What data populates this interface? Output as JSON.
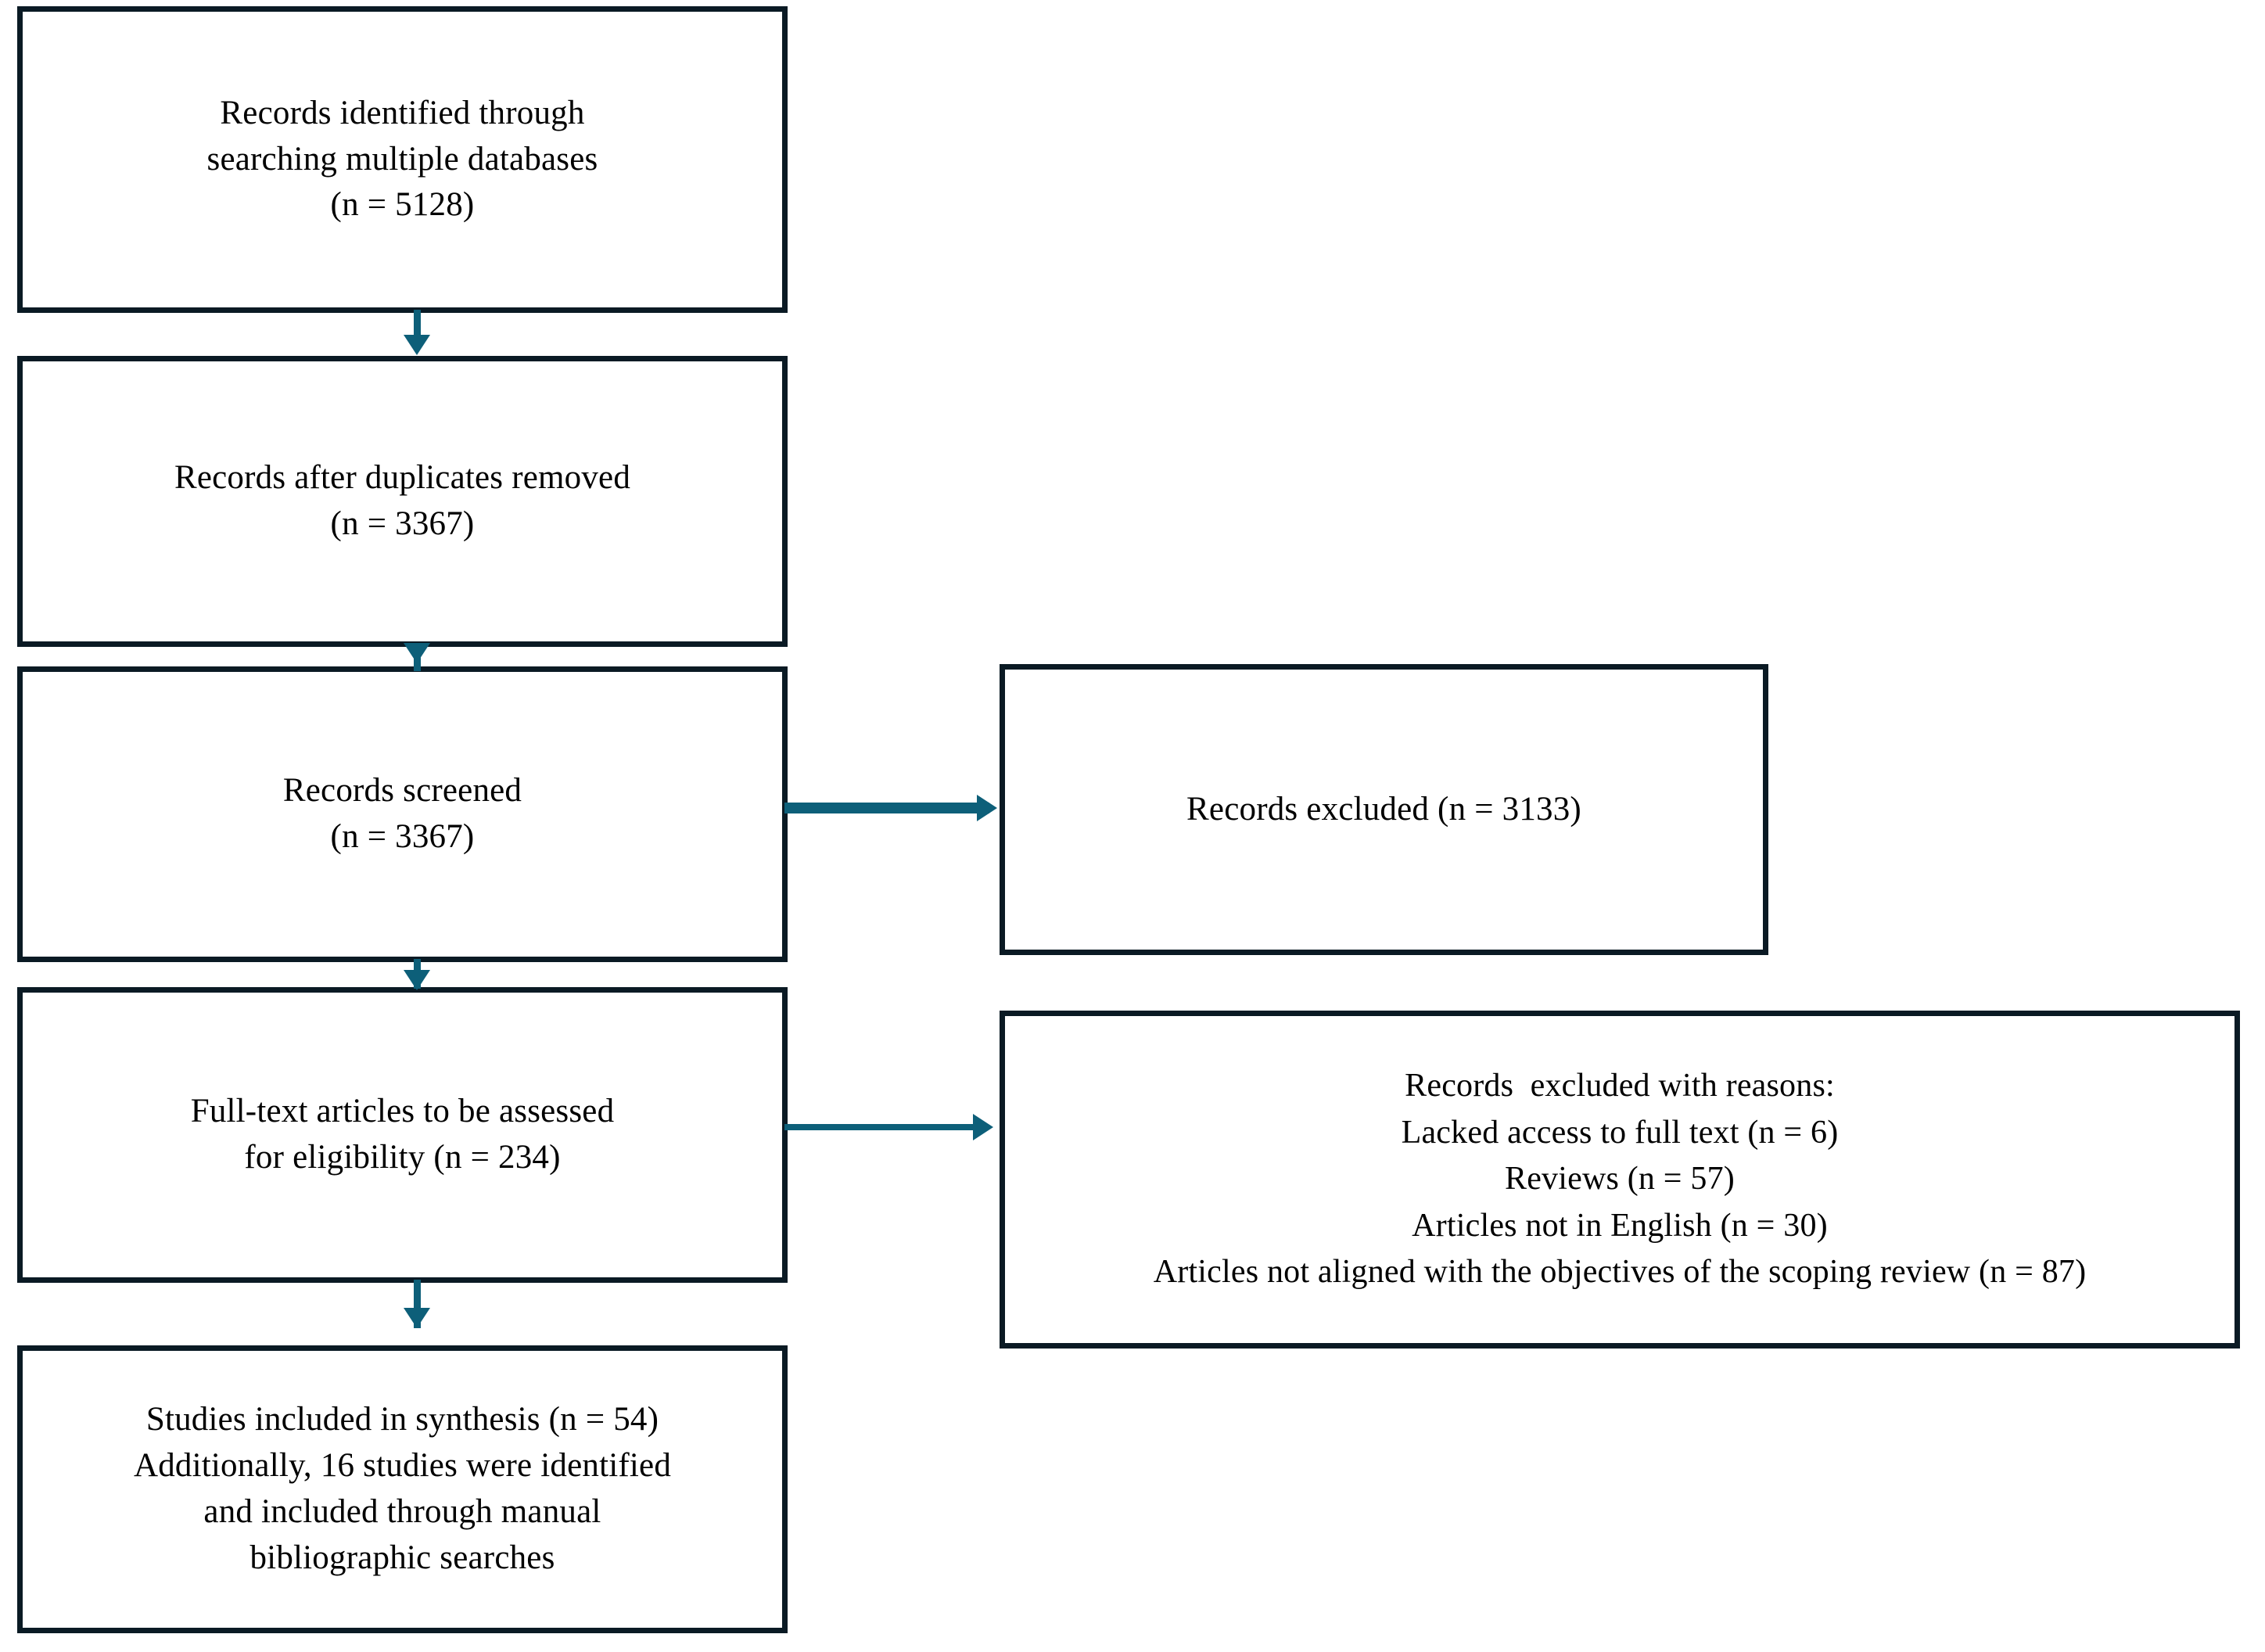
{
  "diagram": {
    "type": "prisma-flow-diagram",
    "colors": {
      "box_border": "#0a1a24",
      "connector": "#0d5f79",
      "background": "#ffffff",
      "text": "#000000"
    },
    "nodes": {
      "identified": {
        "id": "records-identified",
        "lines": [
          "Records identified through",
          "searching multiple databases",
          "(n = 5128)"
        ],
        "count": 5128
      },
      "duplicates": {
        "id": "records-after-duplicates-removed",
        "lines": [
          "Records after duplicates removed",
          "(n = 3367)"
        ],
        "count": 3367
      },
      "screened": {
        "id": "records-screened",
        "lines": [
          "Records screened",
          "(n = 3367)"
        ],
        "count": 3367
      },
      "excluded": {
        "id": "records-excluded",
        "lines": [
          "Records excluded (n = 3133)"
        ],
        "count": 3133
      },
      "fulltext": {
        "id": "full-text-articles-assessed",
        "lines": [
          "Full-text articles to be assessed",
          "for eligibility (n = 234)"
        ],
        "count": 234
      },
      "excluded_with_reasons": {
        "id": "records-excluded-with-reasons",
        "lines": [
          "Records  excluded with reasons:",
          "Lacked access to full text (n = 6)",
          "Reviews (n = 57)",
          "Articles not in English (n = 30)",
          "Articles not aligned with the objectives of the scoping review (n = 87)"
        ],
        "reasons": [
          {
            "label": "Lacked access to full text",
            "count": 6
          },
          {
            "label": "Reviews",
            "count": 57
          },
          {
            "label": "Articles not in English",
            "count": 30
          },
          {
            "label": "Articles not aligned with the objectives of the scoping review",
            "count": 87
          }
        ]
      },
      "included": {
        "id": "studies-included-in-synthesis",
        "lines": [
          "Studies included in synthesis (n = 54)",
          "Additionally, 16 studies were identified",
          "and included through manual",
          "bibliographic searches"
        ],
        "count": 54,
        "additional_manual": 16
      }
    },
    "connectors": [
      {
        "id": "identified-to-duplicates",
        "from": "identified",
        "to": "duplicates",
        "direction": "down"
      },
      {
        "id": "duplicates-to-screened",
        "from": "duplicates",
        "to": "screened",
        "direction": "down"
      },
      {
        "id": "screened-to-excluded",
        "from": "screened",
        "to": "excluded",
        "direction": "right"
      },
      {
        "id": "screened-to-fulltext",
        "from": "screened",
        "to": "fulltext",
        "direction": "down"
      },
      {
        "id": "fulltext-to-excluded-reasons",
        "from": "fulltext",
        "to": "excluded_with_reasons",
        "direction": "right"
      },
      {
        "id": "fulltext-to-included",
        "from": "fulltext",
        "to": "included",
        "direction": "down"
      }
    ]
  }
}
